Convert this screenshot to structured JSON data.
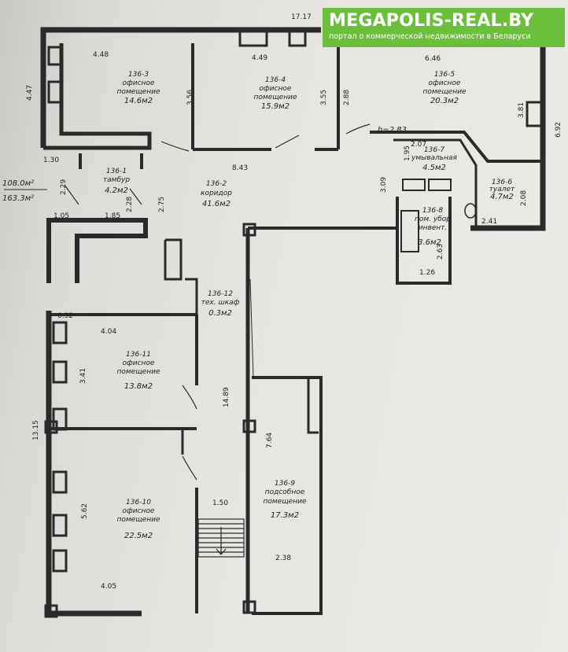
{
  "banner": {
    "brand": "MEGAPOLIS-REAL.BY",
    "tagline": "портал о коммерческой недвижимости в Беларуси"
  },
  "totals": {
    "area_1": "108.0м²",
    "area_2": "163.3м²"
  },
  "height": "h=2.83",
  "rooms": [
    {
      "id": "136-3",
      "type1": "офисное",
      "type2": "помещение",
      "area": "14.6м2"
    },
    {
      "id": "136-4",
      "type1": "офисное",
      "type2": "помещение",
      "area": "15.9м2"
    },
    {
      "id": "136-5",
      "type1": "офисное",
      "type2": "помещение",
      "area": "20.3м2"
    },
    {
      "id": "136-1",
      "type1": "тамбур",
      "type2": "",
      "area": "4.2м2"
    },
    {
      "id": "136-2",
      "type1": "коридор",
      "type2": "",
      "area": "41.6м2"
    },
    {
      "id": "136-7",
      "type1": "умывальная",
      "type2": "",
      "area": "4.5м2"
    },
    {
      "id": "136-6",
      "type1": "туалет",
      "type2": "",
      "area": "4.7м2"
    },
    {
      "id": "136-8",
      "type1": "пом. убор",
      "type2": "инвент.",
      "area": "3.6м2"
    },
    {
      "id": "136-12",
      "type1": "тех. шкаф",
      "type2": "",
      "area": "0.3м2"
    },
    {
      "id": "136-11",
      "type1": "офисное",
      "type2": "помещение",
      "area": "13.8м2"
    },
    {
      "id": "136-10",
      "type1": "офисное",
      "type2": "помещение",
      "area": "22.5м2"
    },
    {
      "id": "136-9",
      "type1": "подсобное",
      "type2": "помещение",
      "area": "17.3м2"
    }
  ],
  "dimensions": {
    "top_total": "17.17",
    "w_136_3": "4.48",
    "w_136_4": "4.49",
    "w_136_5": "6.46",
    "h_left_top": "4.47",
    "d_3_56": "3.56",
    "d_3_55": "3.55",
    "d_2_88": "2.88",
    "d_3_81": "3.81",
    "d_6_92": "6.92",
    "d_1_30": "1.30",
    "d_8_43": "8.43",
    "d_2_29": "2.29",
    "d_2_28": "2.28",
    "d_2_75": "2.75",
    "d_1_05": "1.05",
    "d_1_85": "1.85",
    "d_2_07": "2.07",
    "d_1_95": "1.95",
    "d_3_09": "3.09",
    "d_2_08": "2.08",
    "d_2_41": "2.41",
    "d_2_63": "2.63",
    "d_1_26": "1.26",
    "d_0_92": "0.92",
    "d_4_04": "4.04",
    "d_3_41": "3.41",
    "d_13_15": "13.15",
    "d_14_89": "14.89",
    "d_7_64": "7.64",
    "d_5_62": "5.62",
    "d_1_50": "1.50",
    "d_2_38": "2.38",
    "d_4_05": "4.05"
  }
}
